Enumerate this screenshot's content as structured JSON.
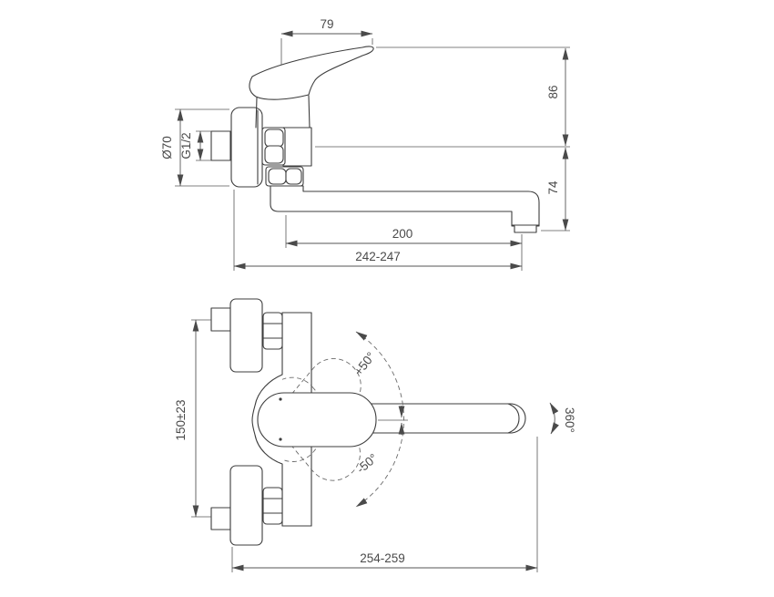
{
  "drawing": {
    "type": "technical-dimension-drawing",
    "subject": "wall-mounted single-lever faucet with swivel spout",
    "colors": {
      "line": "#3d3d3d",
      "dim_line": "#565656",
      "text": "#4a4a4a",
      "background": "#ffffff"
    },
    "side_view": {
      "dims": {
        "handle_projection": "79",
        "height_above_axis": "86",
        "height_below_axis": "74",
        "flange_diameter": "Ø70",
        "connection_thread": "G1/2",
        "spout_reach": "200",
        "overall_reach": "242-247"
      }
    },
    "plan_view": {
      "dims": {
        "connection_spacing": "150±23",
        "handle_swing_up": "+50°",
        "handle_swing_down": "-50°",
        "spout_rotation": "360°",
        "overall_width": "254-259"
      }
    }
  }
}
